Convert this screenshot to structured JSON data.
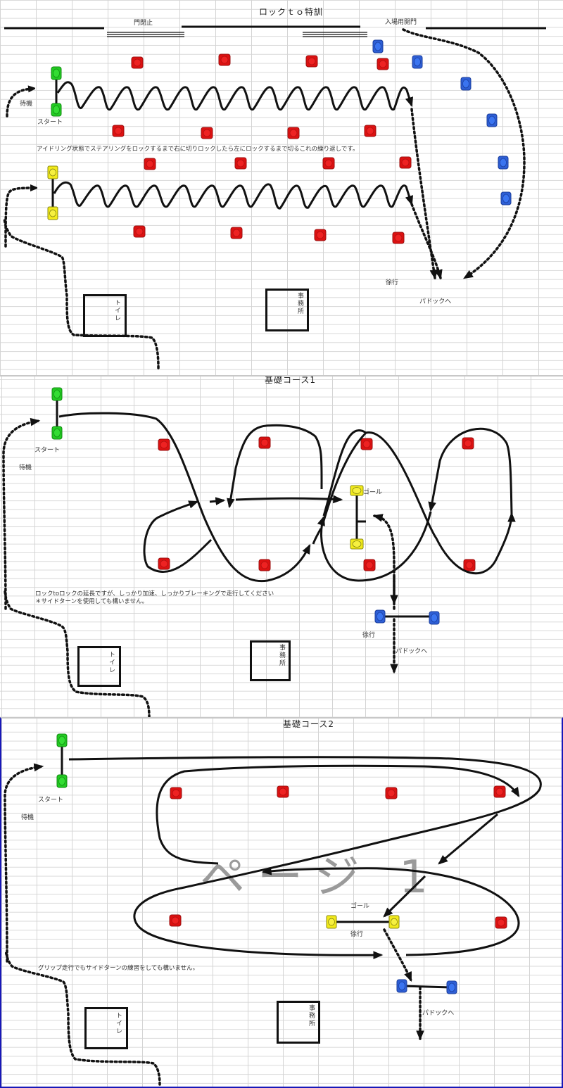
{
  "colors": {
    "cone_red": "#dd1111",
    "cone_blue": "#2e5fd6",
    "cone_green": "#22cc22",
    "cone_yellow": "#f2ea1a",
    "path": "#111111",
    "sheet_border": "#1818b8"
  },
  "sheet1": {
    "title": "ロックｔｏ特訓",
    "gate_closed_label": "門閉止",
    "entrance_gate_label": "入場用開門",
    "waiting_label": "待機",
    "start_label": "スタート",
    "instruction": "アイドリング状態でステアリングをロックするまで右に切りロックしたら左にロックするまで切るこれの繰り返しです。",
    "slow_label": "徐行",
    "paddock_label": "パドックへ",
    "toilet_label": "トイレ",
    "office_label": "事務所"
  },
  "sheet2": {
    "title": "基礎コース1",
    "start_label": "スタート",
    "waiting_label": "待機",
    "goal_label": "ゴール",
    "instruction_line1": "ロックtoロックの延長ですが、しっかり加速、しっかりブレーキングで走行してください",
    "instruction_line2": "＊サイドターンを使用しても構いません。",
    "slow_label": "徐行",
    "paddock_label": "パドックへ",
    "toilet_label": "トイレ",
    "office_label": "事務所"
  },
  "sheet3": {
    "title": "基礎コース2",
    "start_label": "スタート",
    "waiting_label": "待機",
    "goal_label": "ゴール",
    "slow_label": "徐行",
    "instruction": "グリップ走行でもサイドターンの練習をしても構いません。",
    "paddock_label": "パドックへ",
    "toilet_label": "トイレ",
    "office_label": "事務所",
    "page_watermark": "ページ 1"
  }
}
